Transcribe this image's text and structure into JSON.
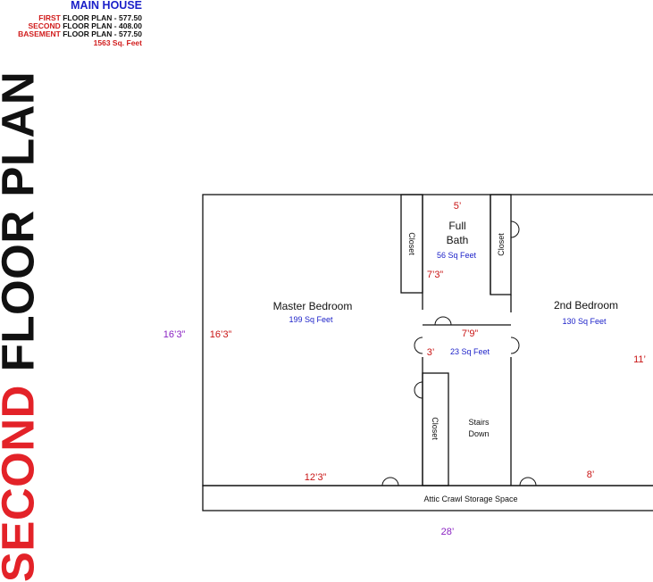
{
  "header": {
    "title": "MAIN HOUSE",
    "lines": [
      {
        "level": "FIRST",
        "rest": " FLOOR PLAN - 577.50"
      },
      {
        "level": "SECOND",
        "rest": " FLOOR PLAN - 408.00"
      },
      {
        "level": "BASEMENT",
        "rest": " FLOOR PLAN - 577.50"
      }
    ],
    "total": "1563 Sq. Feet"
  },
  "vertical_title": {
    "word1": "SECOND",
    "word2": "FLOOR PLAN"
  },
  "rooms": {
    "master": {
      "name": "Master  Bedroom",
      "area": "199 Sq Feet"
    },
    "bath_line1": "Full",
    "bath_line2": "Bath",
    "bath_area": "56 Sq Feet",
    "second": {
      "name": "2nd Bedroom",
      "area": "130 Sq Feet"
    },
    "hall_area": "23 Sq Feet",
    "stairs_line1": "Stairs",
    "stairs_line2": "Down",
    "attic": "Attic Crawl Storage Space",
    "closet": "Closet"
  },
  "dimensions": {
    "overall_height": "16’3”",
    "master_height": "16’3”",
    "bath_width": "5’",
    "bath_depth": "7’3”",
    "hall_width": "7’9”",
    "hall_depth": "3’",
    "second_height": "11’",
    "master_width": "12’3”",
    "second_width": "8’",
    "overall_width": "28’"
  }
}
